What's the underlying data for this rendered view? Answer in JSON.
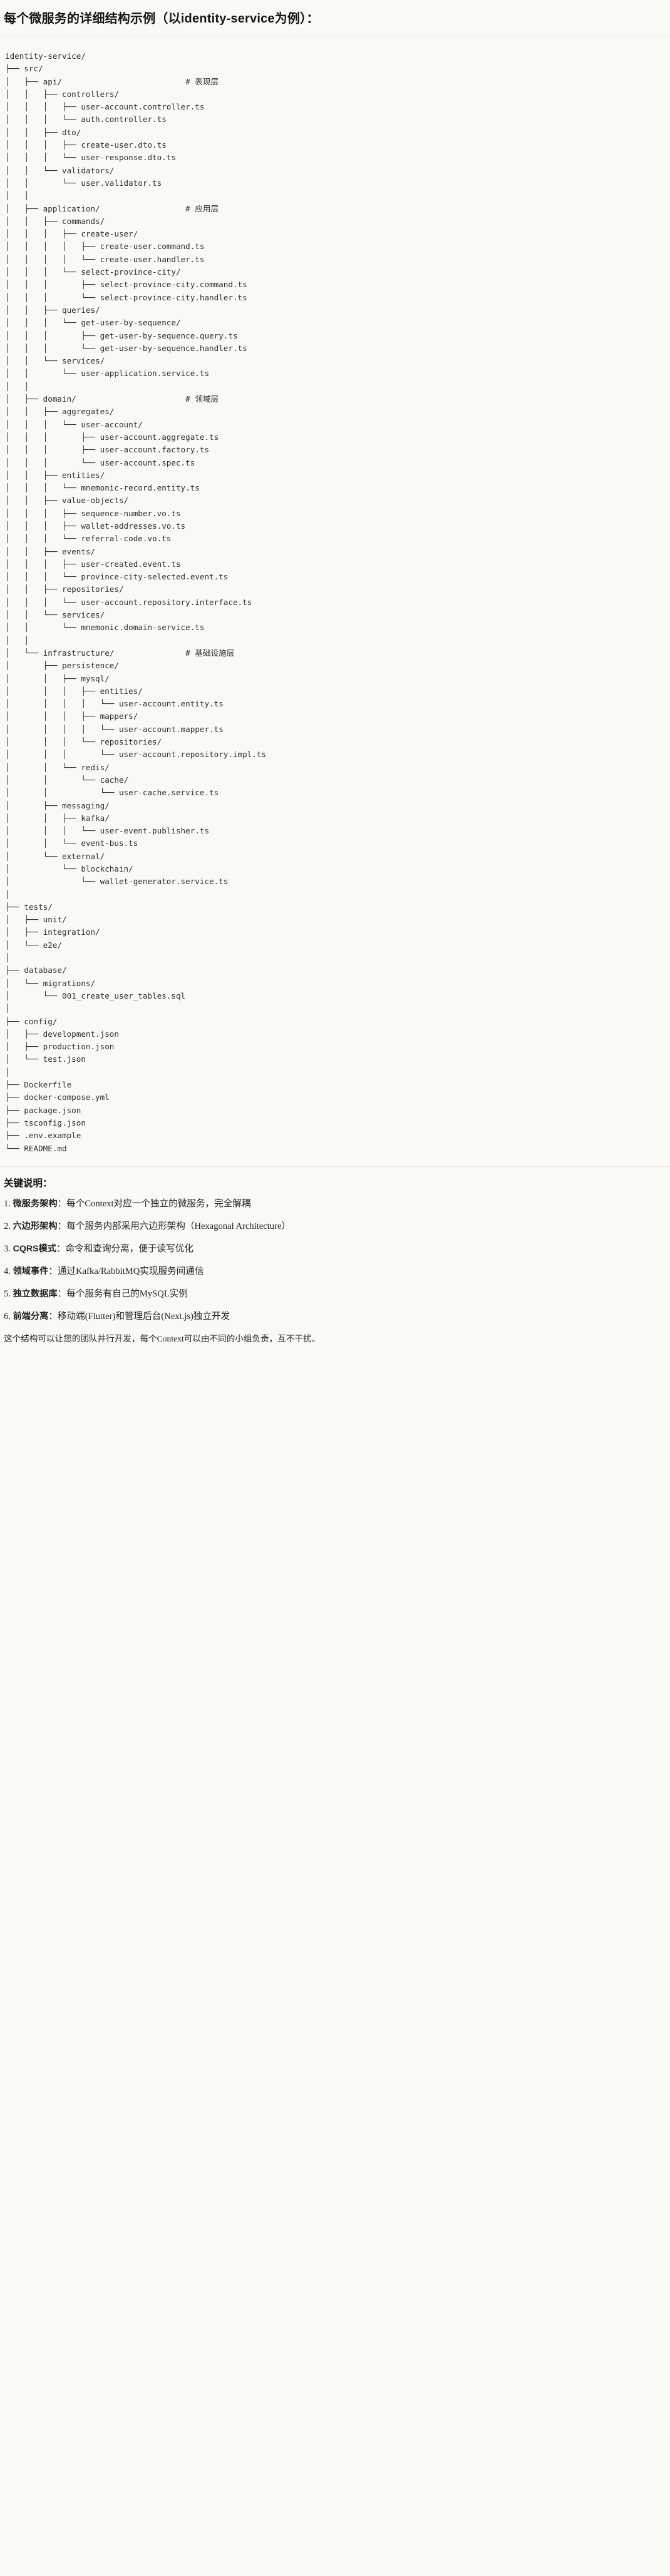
{
  "heading": "每个微服务的详细结构示例（以identity-service为例）：",
  "tree": {
    "root_label": "identity-service/",
    "text": "identity-service/\n├── src/\n│   ├── api/                          # 表现层\n│   │   ├── controllers/\n│   │   │   ├── user-account.controller.ts\n│   │   │   └── auth.controller.ts\n│   │   ├── dto/\n│   │   │   ├── create-user.dto.ts\n│   │   │   └── user-response.dto.ts\n│   │   └── validators/\n│   │       └── user.validator.ts\n│   │\n│   ├── application/                  # 应用层\n│   │   ├── commands/\n│   │   │   ├── create-user/\n│   │   │   │   ├── create-user.command.ts\n│   │   │   │   └── create-user.handler.ts\n│   │   │   └── select-province-city/\n│   │   │       ├── select-province-city.command.ts\n│   │   │       └── select-province-city.handler.ts\n│   │   ├── queries/\n│   │   │   └── get-user-by-sequence/\n│   │   │       ├── get-user-by-sequence.query.ts\n│   │   │       └── get-user-by-sequence.handler.ts\n│   │   └── services/\n│   │       └── user-application.service.ts\n│   │\n│   ├── domain/                       # 领域层\n│   │   ├── aggregates/\n│   │   │   └── user-account/\n│   │   │       ├── user-account.aggregate.ts\n│   │   │       ├── user-account.factory.ts\n│   │   │       └── user-account.spec.ts\n│   │   ├── entities/\n│   │   │   └── mnemonic-record.entity.ts\n│   │   ├── value-objects/\n│   │   │   ├── sequence-number.vo.ts\n│   │   │   ├── wallet-addresses.vo.ts\n│   │   │   └── referral-code.vo.ts\n│   │   ├── events/\n│   │   │   ├── user-created.event.ts\n│   │   │   └── province-city-selected.event.ts\n│   │   ├── repositories/\n│   │   │   └── user-account.repository.interface.ts\n│   │   └── services/\n│   │       └── mnemonic.domain-service.ts\n│   │\n│   └── infrastructure/               # 基础设施层\n│       ├── persistence/\n│       │   ├── mysql/\n│       │   │   ├── entities/\n│       │   │   │   └── user-account.entity.ts\n│       │   │   ├── mappers/\n│       │   │   │   └── user-account.mapper.ts\n│       │   │   └── repositories/\n│       │   │       └── user-account.repository.impl.ts\n│       │   └── redis/\n│       │       └── cache/\n│       │           └── user-cache.service.ts\n│       ├── messaging/\n│       │   ├── kafka/\n│       │   │   └── user-event.publisher.ts\n│       │   └── event-bus.ts\n│       └── external/\n│           └── blockchain/\n│               └── wallet-generator.service.ts\n│\n├── tests/\n│   ├── unit/\n│   ├── integration/\n│   └── e2e/\n│\n├── database/\n│   └── migrations/\n│       └── 001_create_user_tables.sql\n│\n├── config/\n│   ├── development.json\n│   ├── production.json\n│   └── test.json\n│\n├── Dockerfile\n├── docker-compose.yml\n├── package.json\n├── tsconfig.json\n├── .env.example\n└── README.md",
    "layer_comments": [
      {
        "path": "src/api/",
        "comment": "# 表现层"
      },
      {
        "path": "src/application/",
        "comment": "# 应用层"
      },
      {
        "path": "src/domain/",
        "comment": "# 领域层"
      },
      {
        "path": "src/infrastructure/",
        "comment": "# 基础设施层"
      }
    ]
  },
  "notes": {
    "title": "关键说明：",
    "items": [
      {
        "key": "微服务架构",
        "text": "：每个Context对应一个独立的微服务，完全解耦"
      },
      {
        "key": "六边形架构",
        "text": "：每个服务内部采用六边形架构（Hexagonal Architecture）"
      },
      {
        "key": "CQRS模式",
        "text": "：命令和查询分离，便于读写优化"
      },
      {
        "key": "领域事件",
        "text": "：通过Kafka/RabbitMQ实现服务间通信"
      },
      {
        "key": "独立数据库",
        "text": "：每个服务有自己的MySQL实例"
      },
      {
        "key": "前端分离",
        "text": "：移动端(Flutter)和管理后台(Next.js)独立开发"
      }
    ],
    "closing": "这个结构可以让您的团队并行开发，每个Context可以由不同的小组负责，互不干扰。"
  }
}
